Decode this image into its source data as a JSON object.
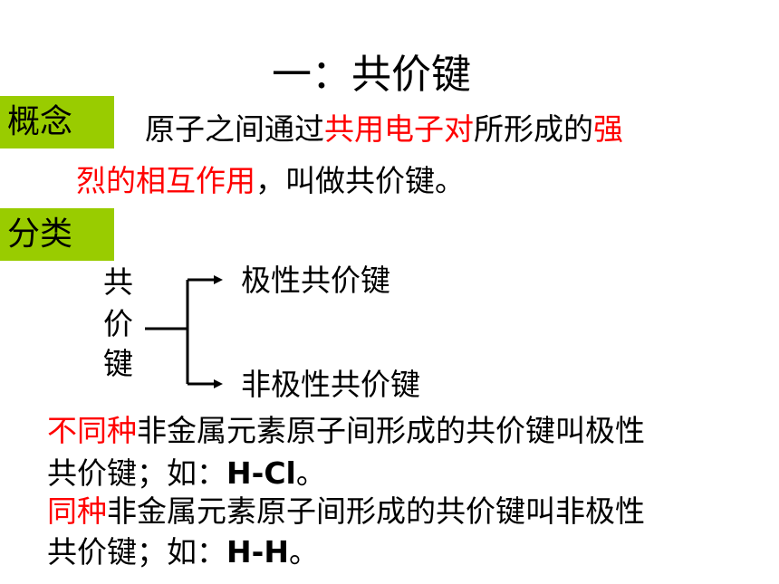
{
  "title": "一：共价键",
  "concept": {
    "tag": "概念",
    "line1_a": "原子之间通过",
    "line1_b": "共用电子对",
    "line1_c": "所形成的",
    "line1_d": "强",
    "line2_a": "烈的相互作用",
    "line2_b": "，叫做共价键。"
  },
  "category": {
    "tag": "分类",
    "root_chars": [
      "共",
      "价",
      "键"
    ],
    "branch_top": "极性共价键",
    "branch_bottom": "非极性共价键"
  },
  "polar": {
    "lead": "不同种",
    "rest": "非金属元素原子间形成的共价键叫极性",
    "line2_text": "共价键；如：",
    "example": "H-Cl",
    "end": "。"
  },
  "nonpolar": {
    "lead": "同种",
    "rest": "非金属元素原子间形成的共价键叫非极性",
    "line2_text": "共价键；如：",
    "example": "H-H",
    "end": "。"
  },
  "colors": {
    "highlight": "#ff0000",
    "tag_bg": "#99cc00"
  }
}
